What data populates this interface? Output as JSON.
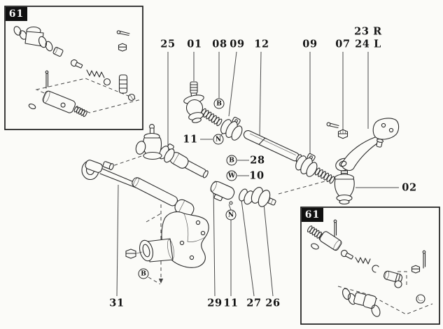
{
  "figure": {
    "background": "#fbfbf8",
    "line_color": "#2a2a2a",
    "tab_background": "#101010"
  },
  "insets": [
    {
      "label": "61"
    },
    {
      "label": "61"
    }
  ],
  "callouts": [
    {
      "label": "25"
    },
    {
      "label": "01"
    },
    {
      "label": "08"
    },
    {
      "label": "09"
    },
    {
      "label": "12"
    },
    {
      "label": "09"
    },
    {
      "label": "07"
    },
    {
      "label": "23 R"
    },
    {
      "label": "24 L"
    },
    {
      "label": "11"
    },
    {
      "label": "28"
    },
    {
      "label": "10"
    },
    {
      "label": "02"
    },
    {
      "label": "31"
    },
    {
      "label": "29"
    },
    {
      "label": "11"
    },
    {
      "label": "27"
    },
    {
      "label": "26"
    }
  ],
  "symbols": [
    {
      "label": "B"
    },
    {
      "label": "N"
    },
    {
      "label": "B"
    },
    {
      "label": "W"
    },
    {
      "label": "N"
    },
    {
      "label": "B"
    }
  ]
}
